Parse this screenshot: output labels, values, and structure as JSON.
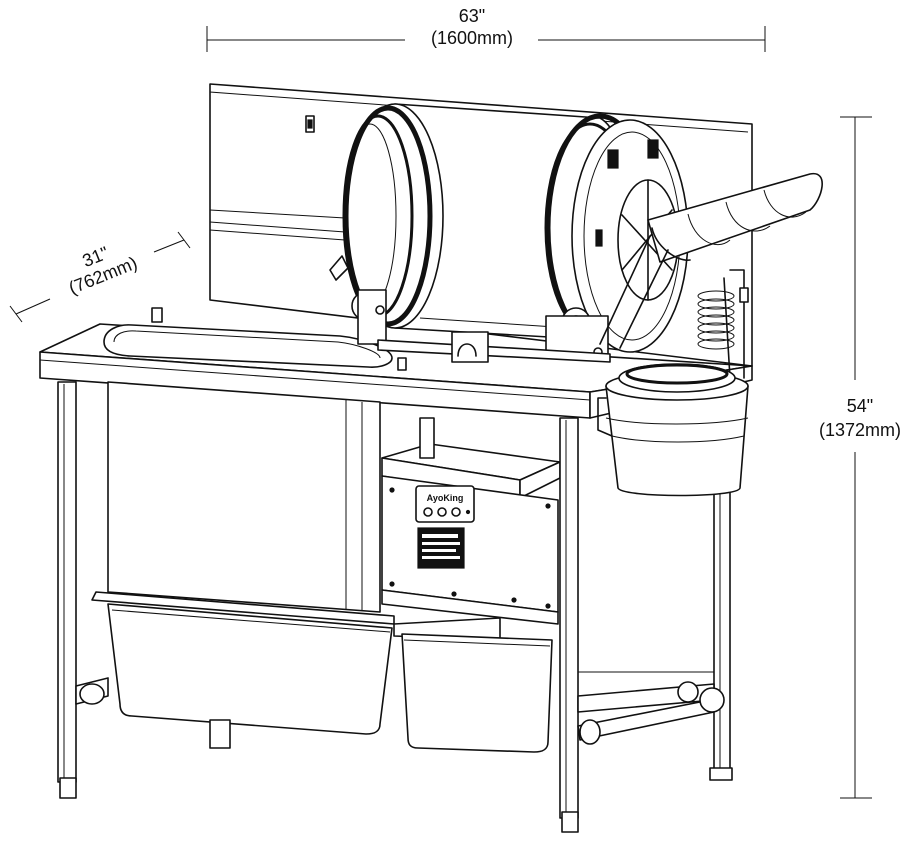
{
  "dimensions": {
    "width": {
      "imperial": "63\"",
      "metric": "(1600mm)"
    },
    "depth": {
      "imperial": "31\"",
      "metric": "(762mm)"
    },
    "height": {
      "imperial": "54\"",
      "metric": "(1372mm)"
    }
  },
  "control_box": {
    "brand": "AyoKing"
  },
  "colors": {
    "line": "#111111",
    "background": "#ffffff"
  }
}
